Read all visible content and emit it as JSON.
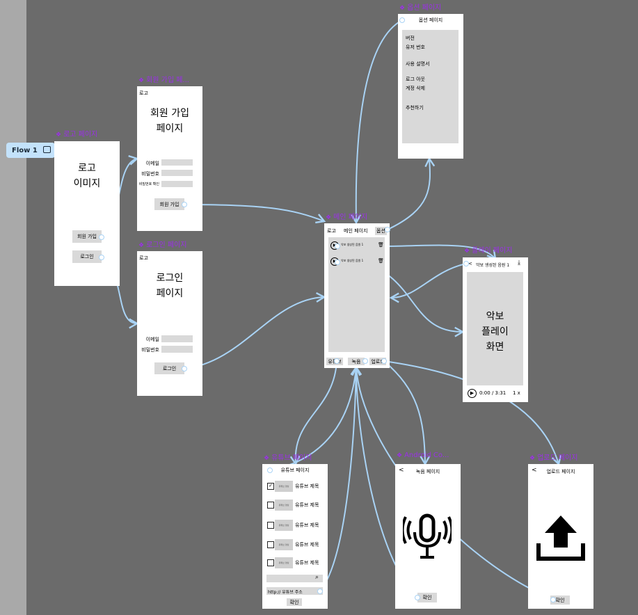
{
  "flow": {
    "label": "Flow 1"
  },
  "frames": {
    "logo": {
      "title": "로고 페이지",
      "image_line1": "로고",
      "image_line2": "이미지",
      "signup_btn": "회원 가입",
      "login_btn": "로그인"
    },
    "signup": {
      "title": "회원 가입 페...",
      "corner": "로고",
      "heading1": "회원 가입",
      "heading2": "페이지",
      "email_label": "이메일",
      "password_label": "비밀번호",
      "confirm_label": "비밀번호 확인",
      "submit_btn": "회원 가입"
    },
    "login": {
      "title": "로그인 페이지",
      "corner": "로고",
      "heading1": "로그인",
      "heading2": "페이지",
      "email_label": "이메일",
      "password_label": "비밀번호",
      "submit_btn": "로그인"
    },
    "main": {
      "title": "메인 페이지",
      "top_logo": "로고",
      "top_title": "메인 페이지",
      "top_option": "옵션",
      "items": [
        "악보 생성된 음원 1",
        "악보 생성된 음원 1"
      ],
      "bottom_buttons": [
        "유튜브",
        "녹음",
        "업로드"
      ]
    },
    "option": {
      "title": "옵션 페이지",
      "heading": "옵션 페이지",
      "items": [
        "버전",
        "유저 번호",
        "사용 설명서",
        "로그 아웃",
        "계정 삭제",
        "추천하기"
      ]
    },
    "play": {
      "title": "플레이 페이지",
      "header_name": "악보 생성된 음원 1",
      "screen_line1": "악보",
      "screen_line2": "플레이",
      "screen_line3": "화면",
      "time": "0:00 / 3:31",
      "speed": "1 x"
    },
    "youtube": {
      "title": "유튜브 페이지",
      "heading": "유튜브 페이지",
      "thumb_label": "유튜브 영상",
      "video_title": "유튜브 제목",
      "url_placeholder": "http:// 유튜브 주소",
      "confirm_btn": "확인"
    },
    "record": {
      "title": "Android Co...",
      "back": "<",
      "heading": "녹음 페이지",
      "confirm_btn": "확인"
    },
    "upload": {
      "title": "업로드 페이지",
      "back": "<",
      "heading": "업로드 페이지",
      "confirm_btn": "확인"
    }
  },
  "colors": {
    "canvas": "#6b6b6b",
    "frame_title": "#9b30e8",
    "wire": "#a9d3f5",
    "flow_tag": "#c3e2fb"
  }
}
